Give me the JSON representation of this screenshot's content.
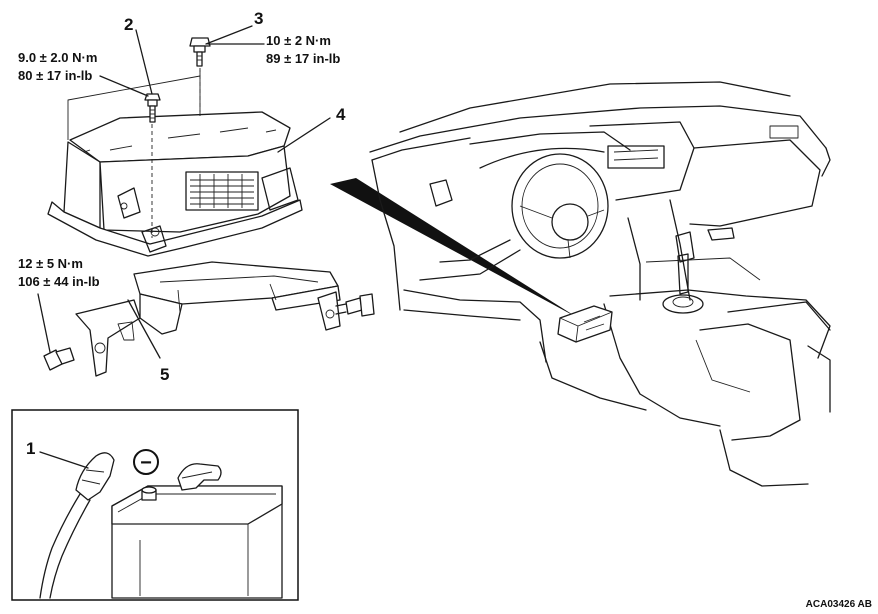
{
  "callouts": {
    "c1": "1",
    "c2": "2",
    "c3": "3",
    "c4": "4",
    "c5": "5"
  },
  "torque": {
    "bolt2": {
      "nm": "9.0 ± 2.0 N·m",
      "inlb": "80 ± 17 in-lb"
    },
    "bolt3": {
      "nm": "10 ± 2 N·m",
      "inlb": "89 ± 17 in-lb"
    },
    "bracket": {
      "nm": "12 ± 5 N·m",
      "inlb": "106 ± 44 in-lb"
    }
  },
  "battery_terminal_symbol": "−",
  "figure_code": "ACA03426 AB"
}
